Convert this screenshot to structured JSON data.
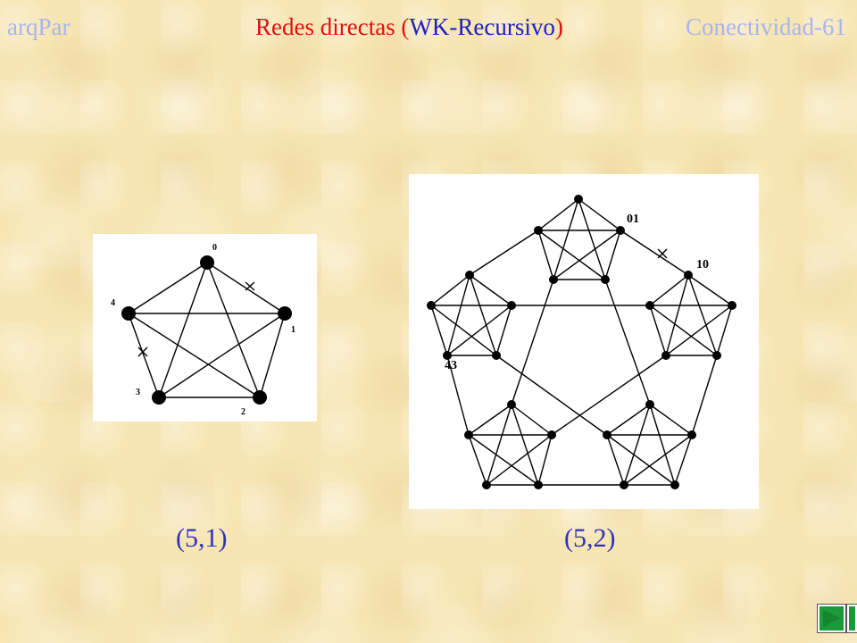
{
  "header": {
    "left": "arqPar",
    "center_prefix": "Redes directas (",
    "center_inner": "WK-Recursivo",
    "center_suffix": ")",
    "right": "Conectividad-61"
  },
  "diagram1": {
    "node_labels": [
      "0",
      "1",
      "2",
      "3",
      "4"
    ],
    "caption": "(5,1)"
  },
  "diagram2": {
    "labels": [
      "01",
      "10",
      "43"
    ],
    "caption": "(5,2)"
  },
  "colors": {
    "background": "#f7e6b4",
    "title_gray": "#a8b4ee",
    "title_red": "#e01010",
    "title_blue": "#2020c0",
    "caption_blue": "#3030c0",
    "nav_green": "#1a9a38"
  },
  "nav": {
    "prev_icon": "left-arrow-icon",
    "next_icon": "right-arrow-icon"
  }
}
